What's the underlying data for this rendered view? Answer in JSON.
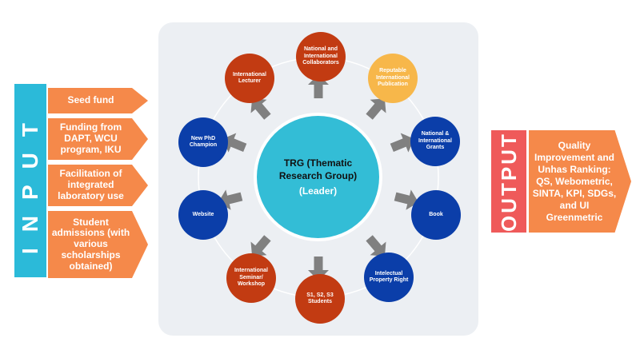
{
  "colors": {
    "panel": "#eceff3",
    "center": "#33bdd6",
    "blue_node": "#0b3ea9",
    "red_node": "#c23b12",
    "yellow_node": "#f7b74a",
    "arrow": "#808080",
    "input_bar": "#2bbad9",
    "output_bar": "#ef5a5a",
    "orange_arrow": "#f5894a"
  },
  "center": {
    "title": "TRG (Thematic Research Group)",
    "subtitle": "(Leader)"
  },
  "nodes": {
    "national_international_collaborators": "National and International Collaborators",
    "reputable_international_publication": "Reputable International Publication",
    "national_international_grants": "National & International Grants",
    "book": "Book",
    "intellectual_property_right": "Intelectual Property Right",
    "s1_s2_s3_students": "S1, S2, S3 Students",
    "international_seminar_workshop": "International Seminar/ Workshop",
    "website": "Website",
    "new_phd_champion": "New PhD Champion",
    "international_lecturer": "International Lecturer"
  },
  "input": {
    "label": "INPUT",
    "items": [
      "Seed fund",
      "Funding from DAPT, WCU program, IKU",
      "Facilitation of integrated laboratory use",
      "Student admissions (with various scholarships obtained)"
    ]
  },
  "output": {
    "label": "OUTPUT",
    "text": "Quality Improvement and Unhas Ranking: QS, Webometric, SINTA, KPI, SDGs, and UI Greenmetric"
  }
}
